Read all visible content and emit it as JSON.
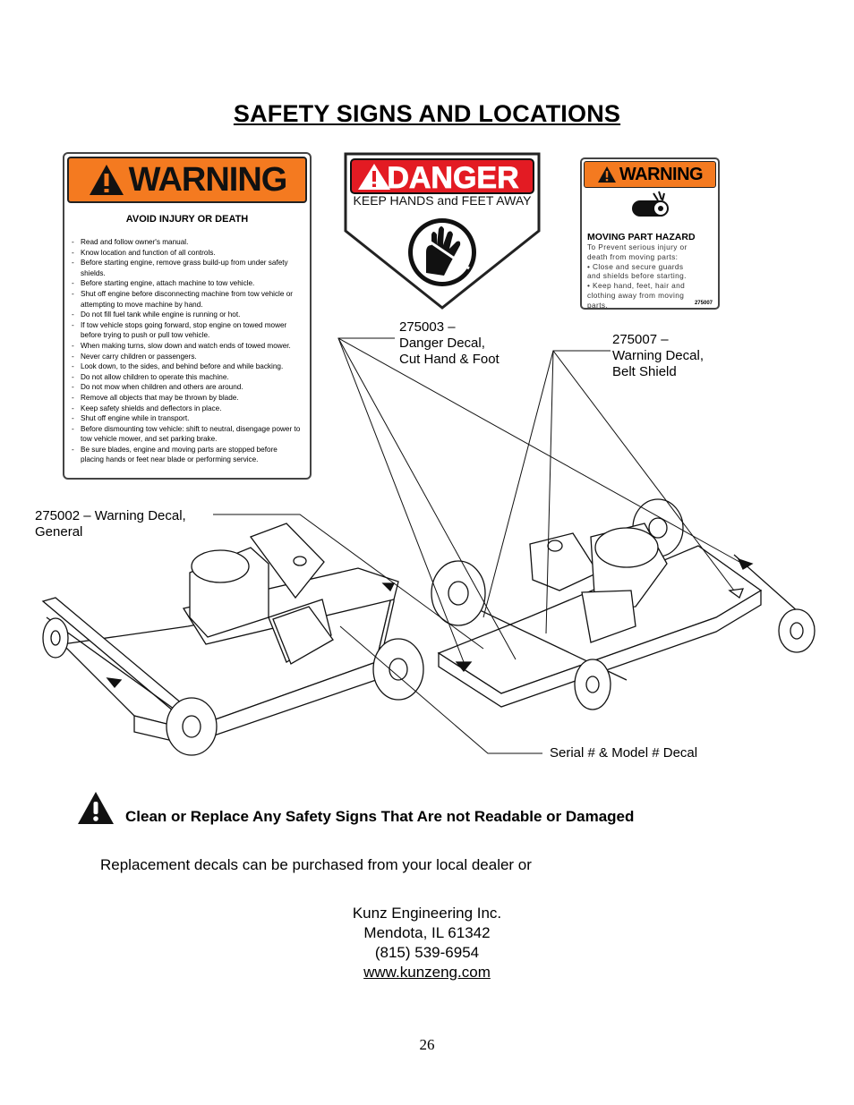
{
  "page": {
    "title": "SAFETY SIGNS AND LOCATIONS",
    "page_number": "26"
  },
  "decal_general": {
    "header": "WARNING",
    "subtitle": "AVOID INJURY OR DEATH",
    "items": [
      "Read and follow owner's manual.",
      "Know  location and function of all controls.",
      "Before starting engine, remove grass build-up from under safety shields.",
      "Before starting engine, attach machine to tow vehicle.",
      "Shut off engine before disconnecting machine from tow vehicle or attempting to move machine by hand.",
      "Do not fill fuel tank while engine is running or hot.",
      "If tow vehicle stops going forward, stop engine on towed mower before trying to push or pull tow vehicle.",
      "When making turns, slow down and watch ends of towed mower.",
      "Never carry children or passengers.",
      "Look down, to the sides, and behind before and while backing.",
      "Do not allow children to operate this machine.",
      "Do not mow when children and others are around.",
      "Remove all objects that may be thrown by blade.",
      "Keep safety shields and deflectors in place.",
      "Shut off engine while in transport.",
      "Before dismounting tow vehicle: shift to neutral, disengage power to tow vehicle mower, and set parking brake.",
      "Be sure blades, engine and moving parts are stopped before placing hands or feet near blade or performing service."
    ]
  },
  "decal_danger": {
    "header": "DANGER",
    "subtitle": "KEEP HANDS and FEET AWAY"
  },
  "decal_belt": {
    "header": "WARNING",
    "title": "MOVING PART HAZARD",
    "lines": [
      "To Prevent serious injury or",
      "death from moving parts:",
      "• Close and secure guards",
      "  and shields before starting.",
      "• Keep hand, feet, hair and",
      "  clothing away from moving",
      "  parts."
    ],
    "part_number": "275007"
  },
  "callouts": {
    "danger": [
      "275003 –",
      "Danger Decal,",
      "Cut Hand & Foot"
    ],
    "belt": [
      "275007 –",
      "Warning Decal,",
      "Belt Shield"
    ],
    "general": [
      "275002 – Warning Decal,",
      "General"
    ],
    "serial": "Serial # & Model # Decal"
  },
  "notice": {
    "caution": "Clean or Replace Any Safety Signs That Are not Readable or Damaged",
    "replacement": "Replacement decals can be purchased from your local dealer or"
  },
  "contact": {
    "company": "Kunz Engineering Inc.",
    "city": "Mendota, IL 61342",
    "phone": "(815) 539-6954",
    "website": "www.kunzeng.com"
  },
  "colors": {
    "warning_orange": "#f47a20",
    "danger_red": "#e31b23"
  }
}
